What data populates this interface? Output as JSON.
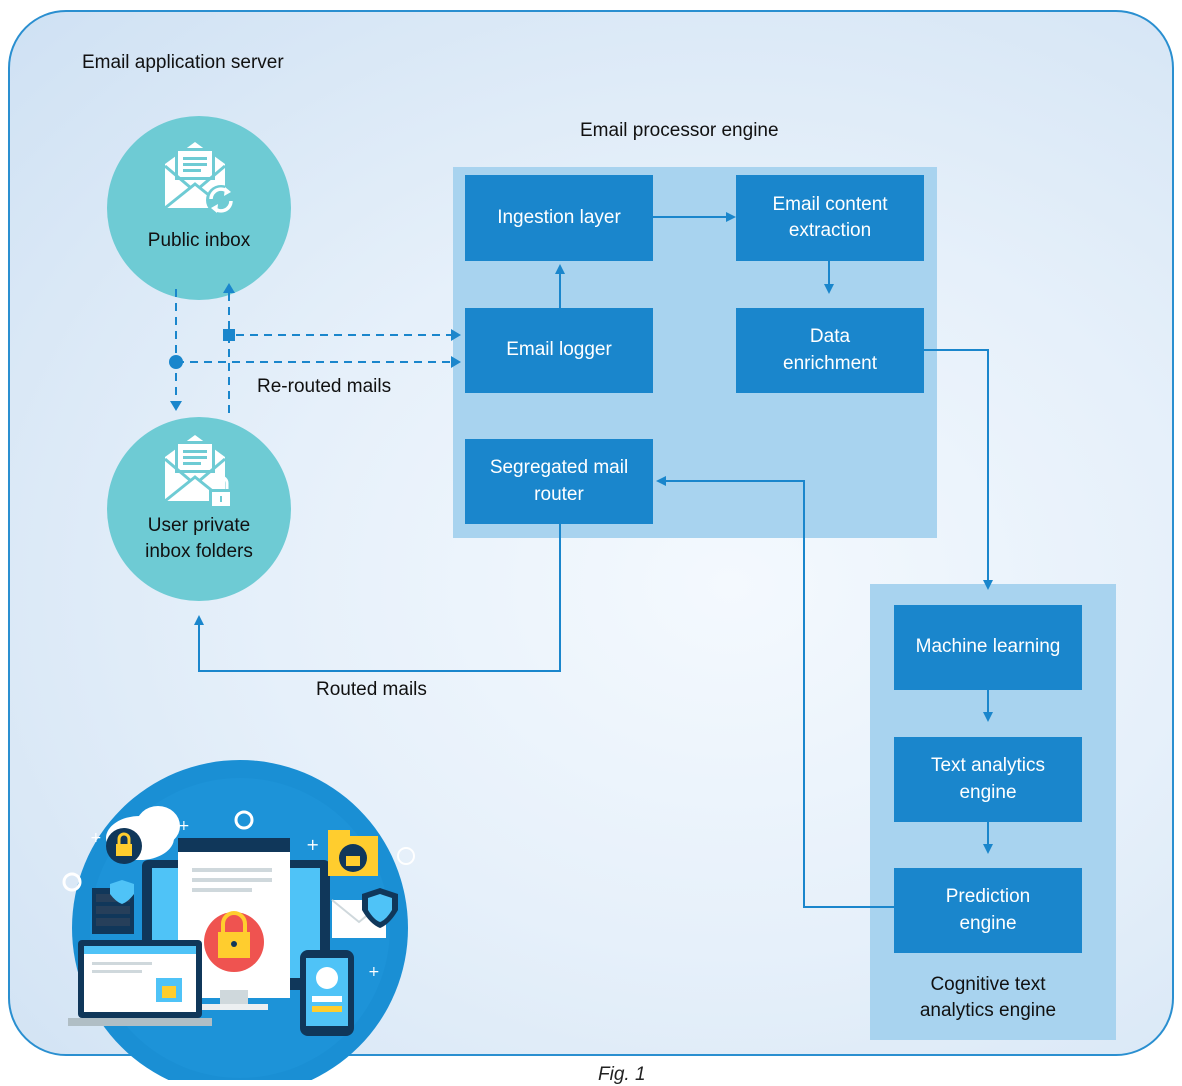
{
  "server": {
    "title": "Email application server"
  },
  "processor": {
    "title": "Email processor engine"
  },
  "nodes": {
    "public_inbox": "Public inbox",
    "private_inbox": "User private\ninbox folders",
    "ingestion": "Ingestion layer",
    "extraction": "Email content\nextraction",
    "logger": "Email logger",
    "enrichment": "Data\nenrichment",
    "router": "Segregated mail\nrouter",
    "ml": "Machine learning",
    "text_analytics": "Text analytics\nengine",
    "prediction": "Prediction\nengine"
  },
  "cognitive": {
    "title": "Cognitive text\nanalytics engine"
  },
  "labels": {
    "rerouted": "Re-routed mails",
    "routed": "Routed mails",
    "figure": "Fig. 1"
  },
  "colors": {
    "box": "#1a86cc",
    "panel": "#a8d3ef",
    "circle": "#6ecbd4",
    "arrow": "#1a86cc",
    "frame": "#2a8fd0"
  }
}
